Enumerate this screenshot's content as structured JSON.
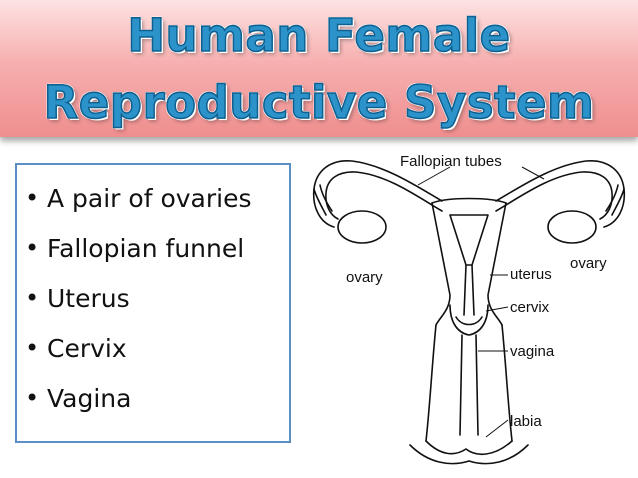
{
  "title": {
    "line1": "Human Female",
    "line2": "Reproductive System"
  },
  "bullets": [
    "A pair of ovaries",
    "Fallopian funnel",
    "Uterus",
    "Cervix",
    "Vagina"
  ],
  "bullet_symbol": "•",
  "diagram": {
    "labels": {
      "fallopian_tubes": "Fallopian tubes",
      "ovary_left": "ovary",
      "ovary_right": "ovary",
      "uterus": "uterus",
      "cervix": "cervix",
      "vagina": "vagina",
      "labia": "labia"
    }
  },
  "colors": {
    "title_fill": "#2b93c9",
    "banner": "#f7b0b0",
    "box_border": "#5b8ec4"
  }
}
